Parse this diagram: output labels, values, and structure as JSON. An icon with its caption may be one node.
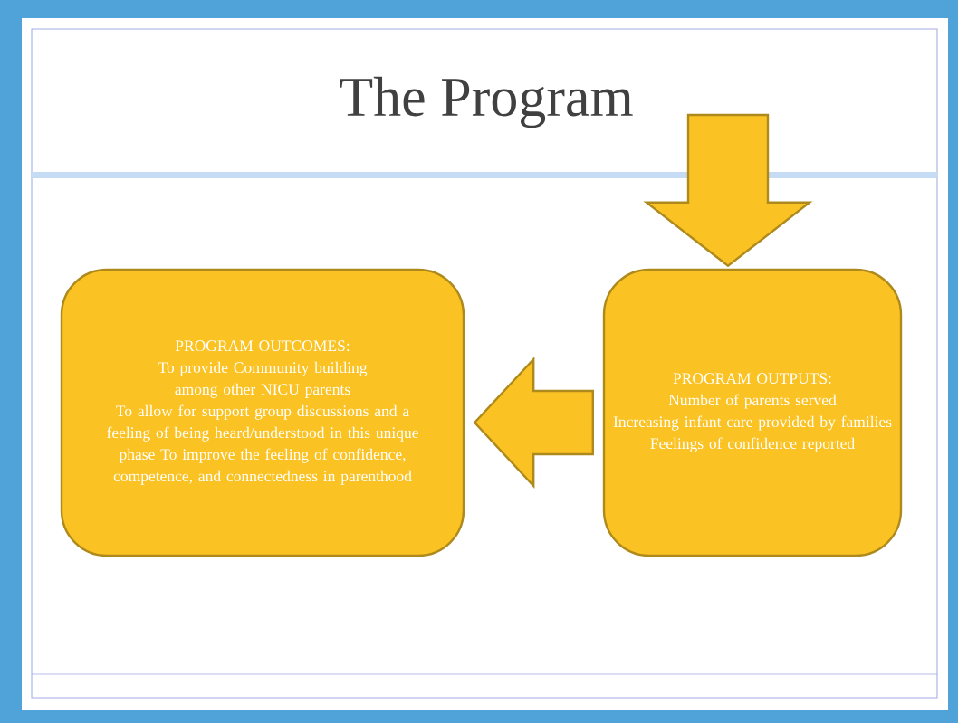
{
  "diagram": {
    "title": "The Program",
    "nodes": [
      {
        "text": [
          "PROGRAM OUTCOMES:",
          "To provide Community building among other NICU parents",
          "To allow for support group discussions and a feeling of being heard/understood in this unique phase To improve the feeling of confidence, competence, and connectedness in parenthood"
        ]
      },
      {
        "text": [
          "PROGRAM OUTPUTS:",
          "Number of parents served",
          "Increasing infant care provided by families",
          "Feelings of confidence reported"
        ]
      }
    ],
    "edges": [
      {
        "from": 1,
        "to": 0,
        "arrow": "to"
      },
      {
        "from": null,
        "to": 1,
        "arrow": "to"
      }
    ]
  }
}
